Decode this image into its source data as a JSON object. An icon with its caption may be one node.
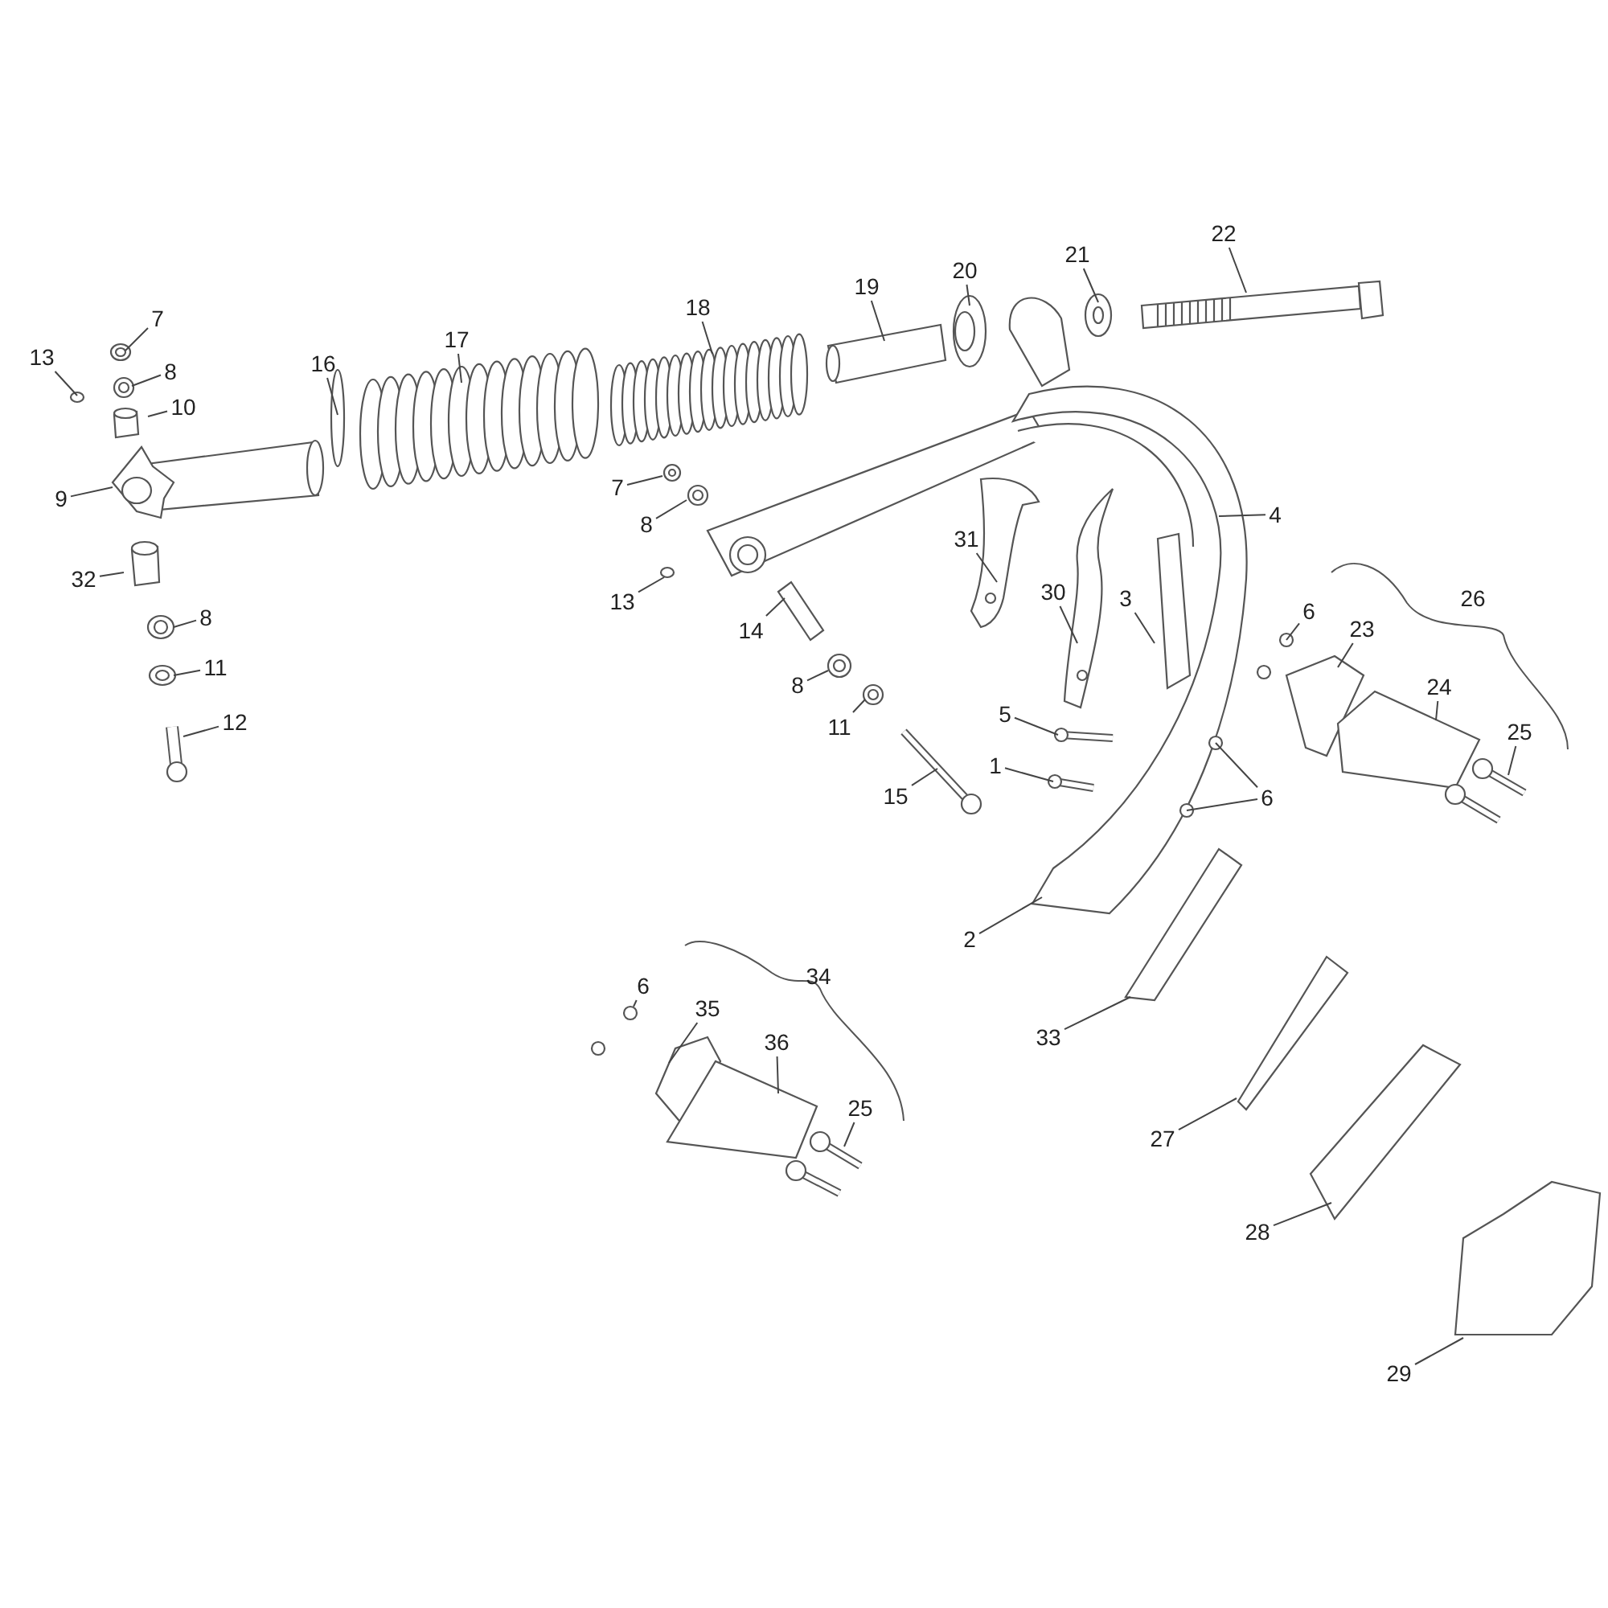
{
  "diagram": {
    "nodes": [
      {
        "text": [
          "13"
        ]
      },
      {
        "text": [
          "7"
        ]
      },
      {
        "text": [
          "8"
        ]
      },
      {
        "text": [
          "10"
        ]
      },
      {
        "text": [
          "9"
        ]
      },
      {
        "text": [
          "32"
        ]
      },
      {
        "text": [
          "8"
        ]
      },
      {
        "text": [
          "11"
        ]
      },
      {
        "text": [
          "12"
        ]
      },
      {
        "text": [
          "16"
        ]
      },
      {
        "text": [
          "17"
        ]
      },
      {
        "text": [
          "18"
        ]
      },
      {
        "text": [
          "19"
        ]
      },
      {
        "text": [
          "20"
        ]
      },
      {
        "text": [
          "21"
        ]
      },
      {
        "text": [
          "22"
        ]
      },
      {
        "text": [
          "7"
        ]
      },
      {
        "text": [
          "8"
        ]
      },
      {
        "text": [
          "13"
        ]
      },
      {
        "text": [
          "14"
        ]
      },
      {
        "text": [
          "8"
        ]
      },
      {
        "text": [
          "11"
        ]
      },
      {
        "text": [
          "15"
        ]
      },
      {
        "text": [
          "31"
        ]
      },
      {
        "text": [
          "30"
        ]
      },
      {
        "text": [
          "3"
        ]
      },
      {
        "text": [
          "4"
        ]
      },
      {
        "text": [
          "5"
        ]
      },
      {
        "text": [
          "1"
        ]
      },
      {
        "text": [
          "6"
        ]
      },
      {
        "text": [
          "6"
        ]
      },
      {
        "text": [
          "23"
        ]
      },
      {
        "text": [
          "24"
        ]
      },
      {
        "text": [
          "25"
        ]
      },
      {
        "text": [
          "2"
        ]
      },
      {
        "text": [
          "33"
        ]
      },
      {
        "text": [
          "27"
        ]
      },
      {
        "text": [
          "28"
        ]
      },
      {
        "text": [
          "29"
        ]
      },
      {
        "text": [
          "6"
        ]
      },
      {
        "text": [
          "35"
        ]
      },
      {
        "text": [
          "36"
        ]
      },
      {
        "text": [
          "25"
        ]
      }
    ],
    "edges": [
      {
        "from": 0,
        "to": null,
        "arrow": "none"
      },
      {
        "from": 1,
        "to": null,
        "arrow": "none"
      },
      {
        "from": 2,
        "to": null,
        "arrow": "none"
      },
      {
        "from": 3,
        "to": null,
        "arrow": "none"
      },
      {
        "from": 4,
        "to": null,
        "arrow": "none"
      },
      {
        "from": 5,
        "to": null,
        "arrow": "none"
      },
      {
        "from": 6,
        "to": null,
        "arrow": "none"
      },
      {
        "from": 7,
        "to": null,
        "arrow": "none"
      },
      {
        "from": 8,
        "to": null,
        "arrow": "none"
      },
      {
        "from": 9,
        "to": null,
        "arrow": "none"
      },
      {
        "from": 10,
        "to": null,
        "arrow": "none"
      },
      {
        "from": 11,
        "to": null,
        "arrow": "none"
      },
      {
        "from": 12,
        "to": null,
        "arrow": "none"
      },
      {
        "from": 13,
        "to": null,
        "arrow": "none"
      },
      {
        "from": 14,
        "to": null,
        "arrow": "none"
      },
      {
        "from": 15,
        "to": null,
        "arrow": "none"
      },
      {
        "from": 16,
        "to": null,
        "arrow": "none"
      },
      {
        "from": 17,
        "to": null,
        "arrow": "none"
      },
      {
        "from": 18,
        "to": null,
        "arrow": "none"
      },
      {
        "from": 19,
        "to": null,
        "arrow": "none"
      },
      {
        "from": 20,
        "to": null,
        "arrow": "none"
      },
      {
        "from": 21,
        "to": null,
        "arrow": "none"
      },
      {
        "from": 22,
        "to": null,
        "arrow": "none"
      },
      {
        "from": 23,
        "to": null,
        "arrow": "none"
      },
      {
        "from": 24,
        "to": null,
        "arrow": "none"
      },
      {
        "from": 25,
        "to": null,
        "arrow": "none"
      },
      {
        "from": 26,
        "to": null,
        "arrow": "none"
      },
      {
        "from": 27,
        "to": null,
        "arrow": "none"
      },
      {
        "from": 28,
        "to": null,
        "arrow": "none"
      },
      {
        "from": 29,
        "to": null,
        "arrow": "none"
      },
      {
        "from": 29,
        "to": null,
        "arrow": "none"
      },
      {
        "from": 30,
        "to": null,
        "arrow": "none"
      },
      {
        "from": 31,
        "to": null,
        "arrow": "none"
      },
      {
        "from": 32,
        "to": null,
        "arrow": "none"
      },
      {
        "from": 33,
        "to": null,
        "arrow": "none"
      },
      {
        "from": 34,
        "to": null,
        "arrow": "none"
      },
      {
        "from": 35,
        "to": null,
        "arrow": "none"
      },
      {
        "from": 36,
        "to": null,
        "arrow": "none"
      },
      {
        "from": 37,
        "to": null,
        "arrow": "none"
      },
      {
        "from": 38,
        "to": null,
        "arrow": "none"
      },
      {
        "from": 39,
        "to": null,
        "arrow": "none"
      },
      {
        "from": 40,
        "to": null,
        "arrow": "none"
      },
      {
        "from": 41,
        "to": null,
        "arrow": "none"
      },
      {
        "from": 42,
        "to": null,
        "arrow": "none"
      }
    ],
    "labels": [
      "26",
      "34"
    ]
  }
}
